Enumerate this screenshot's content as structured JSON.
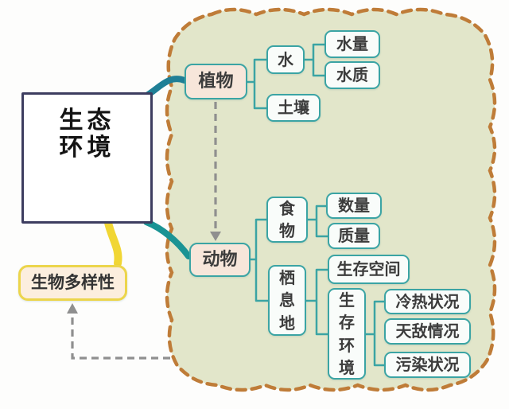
{
  "mindmap": {
    "root": {
      "label": "生态环境"
    },
    "biodiversity": {
      "label": "生物多样性"
    },
    "plant": {
      "label": "植物",
      "children": {
        "water": {
          "label": "水",
          "children": {
            "water_amount": {
              "label": "水量"
            },
            "water_quality": {
              "label": "水质"
            }
          }
        },
        "soil": {
          "label": "土壤"
        }
      }
    },
    "animal": {
      "label": "动物",
      "children": {
        "food": {
          "label": "食物",
          "children": {
            "quantity": {
              "label": "数量"
            },
            "quality": {
              "label": "质量"
            }
          }
        },
        "habitat": {
          "label": "栖息地",
          "children": {
            "living_space": {
              "label": "生存空间"
            },
            "living_env": {
              "label": "生存环境",
              "children": {
                "cold_hot": {
                  "label": "冷热状况"
                },
                "natural_enemy": {
                  "label": "天敌情况"
                },
                "pollution": {
                  "label": "污染状况"
                }
              }
            }
          }
        }
      }
    },
    "relations": [
      {
        "from": "生态环境",
        "to": "植物",
        "style": "teal-curve"
      },
      {
        "from": "生态环境",
        "to": "动物",
        "style": "teal-curve"
      },
      {
        "from": "生态环境",
        "to": "生物多样性",
        "style": "yellow-curve"
      },
      {
        "from": "植物",
        "to": "动物",
        "style": "gray-dashed-arrow"
      },
      {
        "from": "环境区域",
        "to": "生物多样性",
        "style": "gray-dashed-arrow"
      }
    ]
  },
  "colors": {
    "region_fill": "#e2e6ca",
    "region_border": "#bf7c38",
    "node_border": "#3ba4a4",
    "node_fill": "#f9fcfa",
    "category_fill": "#f7e6da",
    "root_border": "#3d3d60",
    "biodiversity_border": "#ecd54b",
    "biodiversity_fill": "#fceede",
    "link_teal": "#1e8496",
    "link_yellow": "#f1d634",
    "arrow_gray": "#8f8f8f"
  }
}
